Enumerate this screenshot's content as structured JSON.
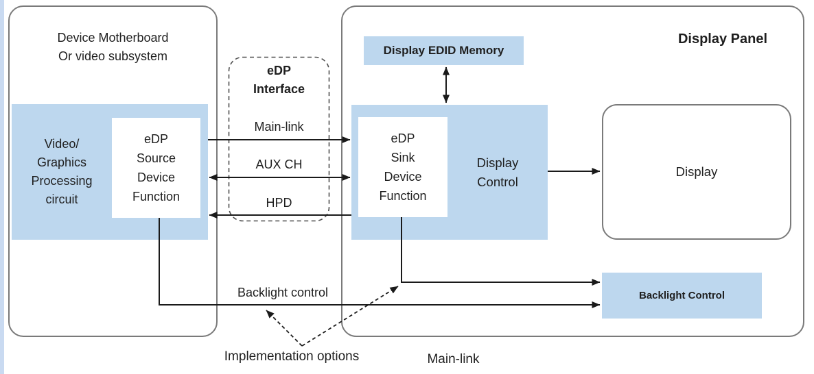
{
  "colors": {
    "accent_fill": "#bdd7ee",
    "left_stripe": "#c9daf1",
    "border_gray": "#7a7a7a",
    "arrow_black": "#1a1a1a",
    "text": "#1f1f1f"
  },
  "motherboard": {
    "title": "Device Motherboard\nOr video subsystem",
    "processing_label": "Video/\nGraphics\nProcessing\ncircuit",
    "source_function_label": "eDP\nSource\nDevice\nFunction"
  },
  "edp_interface": {
    "title": "eDP\nInterface",
    "channels": [
      "Main-link",
      "AUX CH",
      "HPD"
    ]
  },
  "display_panel": {
    "title": "Display Panel",
    "edid_label": "Display EDID Memory",
    "sink_function_label": "eDP\nSink\nDevice\nFunction",
    "display_control_label": "Display\nControl",
    "display_label": "Display",
    "backlight_label": "Backlight Control"
  },
  "annotations": {
    "backlight_control": "Backlight control",
    "implementation_options": "Implementation options",
    "main_link_caption": "Main-link"
  }
}
